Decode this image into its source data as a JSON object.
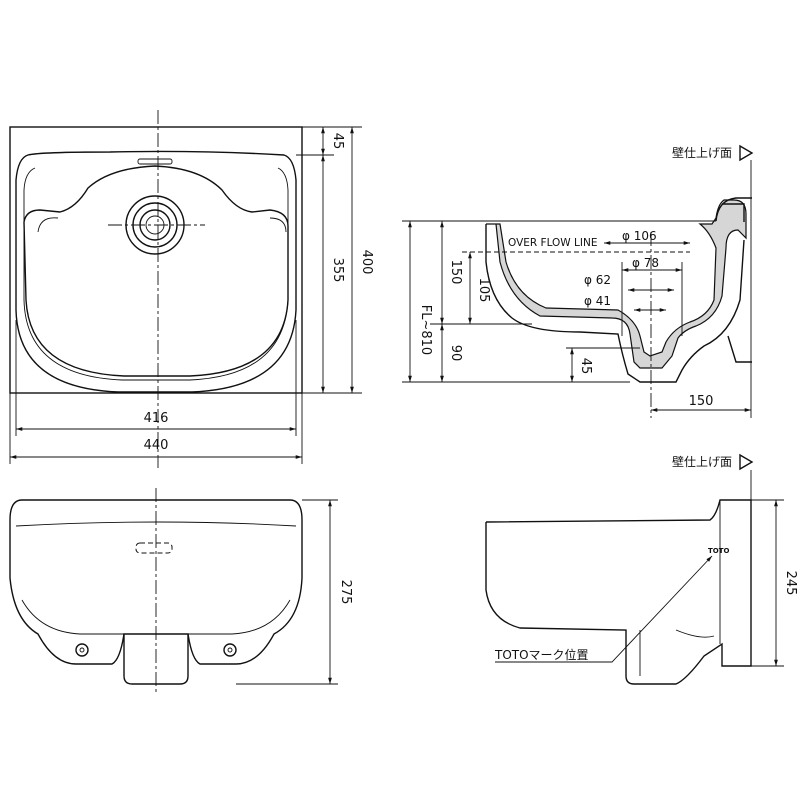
{
  "colors": {
    "line": "#111111",
    "background": "#ffffff",
    "section_fill": "#d6d6d6"
  },
  "plan_view": {
    "dim_top_offset": "45",
    "dim_bowl_depth": "355",
    "dim_total_depth": "400",
    "dim_bowl_width": "416",
    "dim_total_width": "440"
  },
  "section_view": {
    "wall_label": "壁仕上げ面",
    "overflow_label": "OVER FLOW LINE",
    "dia_106": "φ 106",
    "dia_78": "φ 78",
    "dia_62": "φ 62",
    "dia_41": "φ 41",
    "dim_150_v": "150",
    "dim_105": "105",
    "dim_fl": "FL~810",
    "dim_90": "90",
    "dim_45": "45",
    "dim_150_h": "150"
  },
  "front_view": {
    "dim_height": "275"
  },
  "side_view": {
    "wall_label": "壁仕上げ面",
    "mark_label": "TOTOマーク位置",
    "logo_text": "TOTO",
    "dim_height": "245"
  }
}
